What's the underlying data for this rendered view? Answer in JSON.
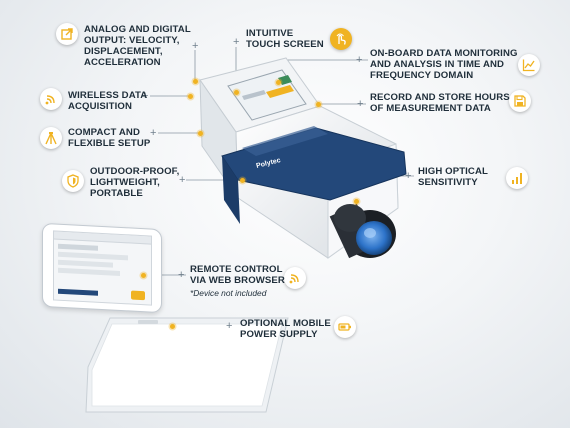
{
  "features": {
    "analog_output": "Analog and digital\noutput: velocity,\ndisplacement,\nacceleration",
    "touch_screen": "Intuitive\ntouch screen",
    "data_monitoring": "On-board data monitoring\nand analysis in time and\nfrequency domain",
    "wireless": "Wireless data\nacquisition",
    "record_store": "Record and store hours\nof measurement data",
    "compact": "Compact and\nflexible setup",
    "outdoor": "Outdoor-proof,\nlightweight,\nportable",
    "optical": "High optical\nsensitivity",
    "remote": "Remote control\nvia web browser",
    "remote_note": "*Device not included",
    "power": "Optional mobile\npower supply"
  },
  "device_brand": "Polytec",
  "icons": {
    "analog_output": "output-arrow-icon",
    "touch_screen": "touch-hand-icon",
    "data_monitoring": "line-chart-icon",
    "wireless": "wireless-signal-icon",
    "record_store": "save-disk-icon",
    "compact": "tripod-icon",
    "outdoor": "shield-icon",
    "optical": "signal-bars-icon",
    "remote": "remote-wifi-icon",
    "power": "battery-icon"
  },
  "colors": {
    "accent": "#f0b322",
    "text": "#1f2e3a",
    "device_band": "#23487a",
    "lens": "#2d73c9"
  }
}
